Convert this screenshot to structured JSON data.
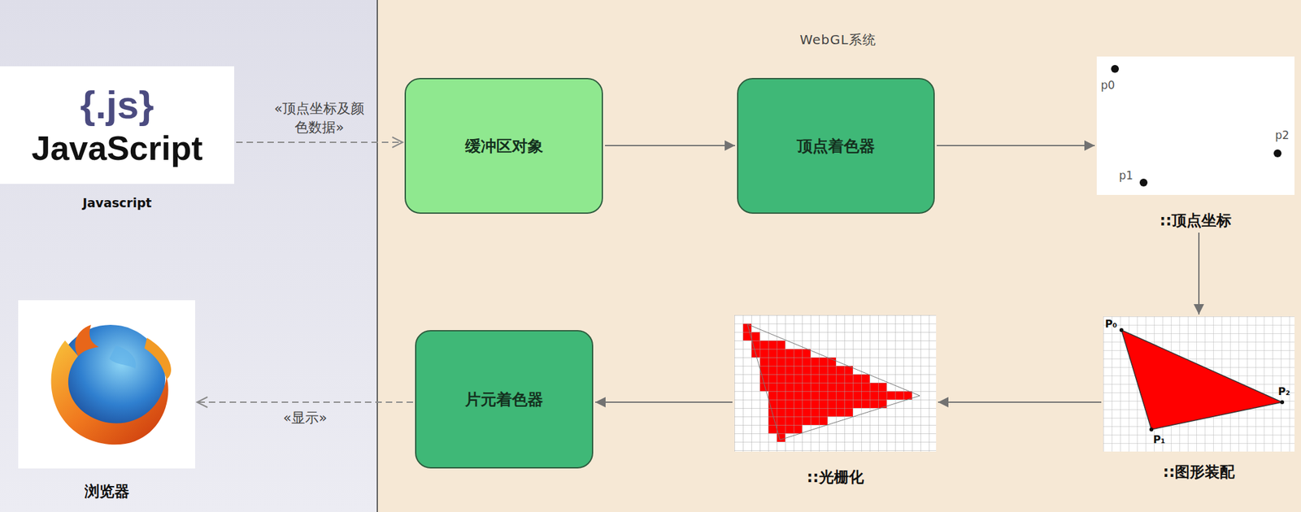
{
  "diagram": {
    "title": "WebGL系统",
    "nodes": [
      {
        "text": [
          "{.js}",
          "JavaScript",
          "Javascript"
        ]
      },
      {
        "text": [
          "缓冲区对象"
        ]
      },
      {
        "text": [
          "顶点着色器"
        ]
      },
      {
        "text": [
          "::顶点坐标"
        ]
      },
      {
        "text": [
          "::图形装配"
        ]
      },
      {
        "text": [
          "::光栅化"
        ]
      },
      {
        "text": [
          "片元着色器"
        ]
      },
      {
        "text": [
          "浏览器"
        ]
      }
    ],
    "edges": [
      {
        "from": 0,
        "to": 1,
        "label": "«顶点坐标及颜 色数据»",
        "arrow": "to"
      },
      {
        "from": 1,
        "to": 2,
        "arrow": "to"
      },
      {
        "from": 2,
        "to": 3,
        "arrow": "to"
      },
      {
        "from": 3,
        "to": 4,
        "arrow": "to"
      },
      {
        "from": 4,
        "to": 5,
        "arrow": "to"
      },
      {
        "from": 5,
        "to": 6,
        "arrow": "to"
      },
      {
        "from": 6,
        "to": 7,
        "label": "«显示»",
        "arrow": "to"
      }
    ],
    "labels": [
      "p0",
      "p1",
      "p2",
      "P₀",
      "P₁",
      "P₂"
    ]
  }
}
